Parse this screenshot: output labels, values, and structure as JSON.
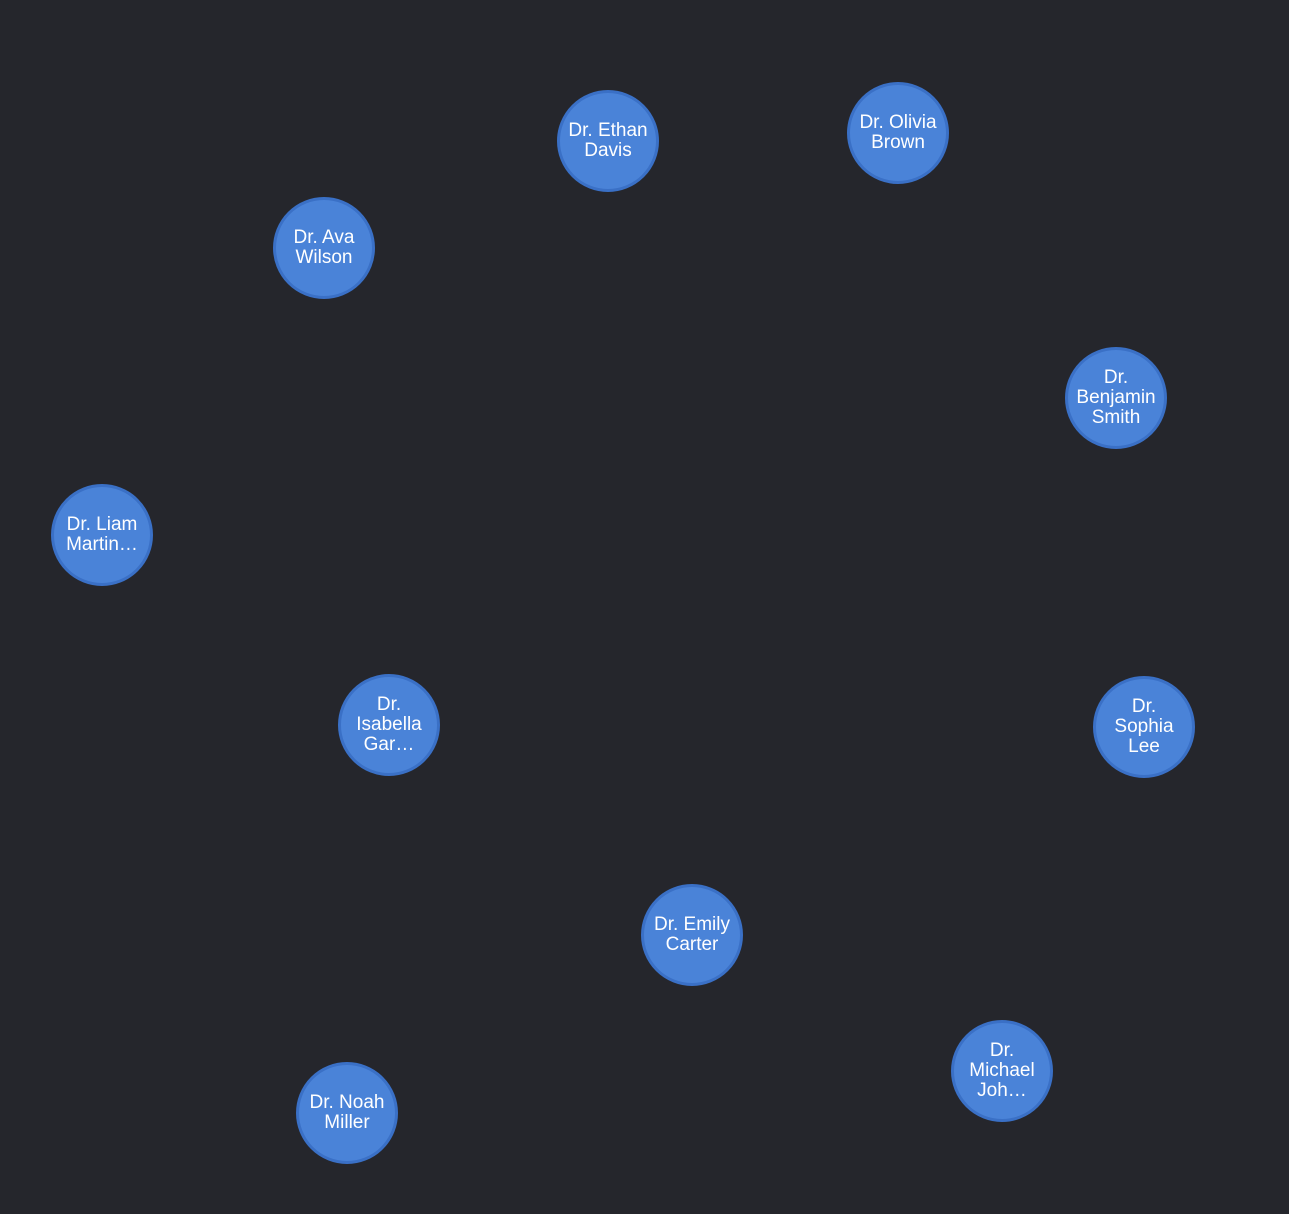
{
  "colors": {
    "background": "#25262c",
    "node_fill": "#4a83d8",
    "node_border": "#3a70c6",
    "label": "#ffffff"
  },
  "nodes": [
    {
      "label": "Dr. Ethan\nDavis"
    },
    {
      "label": "Dr. Olivia\nBrown"
    },
    {
      "label": "Dr. Ava\nWilson"
    },
    {
      "label": "Dr.\nBenjamin\nSmith"
    },
    {
      "label": "Dr. Liam\nMartin…"
    },
    {
      "label": "Dr.\nIsabella\nGar…"
    },
    {
      "label": "Dr.\nSophia\nLee"
    },
    {
      "label": "Dr. Emily\nCarter"
    },
    {
      "label": "Dr.\nMichael\nJoh…"
    },
    {
      "label": "Dr. Noah\nMiller"
    }
  ]
}
